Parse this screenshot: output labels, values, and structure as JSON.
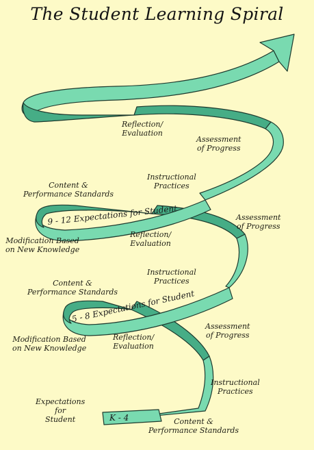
{
  "title": "The Student Learning Spiral",
  "tiers": {
    "top": {
      "reflection": [
        "Reflection/",
        "Evaluation"
      ],
      "assessment": [
        "Assessment",
        "of Progress"
      ],
      "instructional": [
        "Instructional",
        "Practices"
      ],
      "content": [
        "Content &",
        "Performance Standards"
      ],
      "band": "9 - 12 Expectations for Student"
    },
    "middle": {
      "modification": [
        "Modification Based",
        "on New Knowledge"
      ],
      "reflection": [
        "Reflection/",
        "Evaluation"
      ],
      "assessment": [
        "Assessment",
        "of Progress"
      ],
      "instructional": [
        "Instructional",
        "Practices"
      ],
      "content": [
        "Content &",
        "Performance Standards"
      ],
      "band": "5 - 8 Expectations for Student"
    },
    "bottom": {
      "modification": [
        "Modification Based",
        "on New Knowledge"
      ],
      "reflection": [
        "Reflection/",
        "Evaluation"
      ],
      "assessment": [
        "Assessment",
        "of Progress"
      ],
      "instructional": [
        "Instructional",
        "Practices"
      ],
      "expectations": [
        "Expectations",
        "for",
        "Student"
      ],
      "band": "K - 4",
      "content": [
        "Content &",
        "Performance Standards"
      ]
    }
  },
  "colors": {
    "background": "#fdfac7",
    "ribbon": "#79dab0",
    "ribbon_dark": "#46ad86",
    "outline": "#1d3a2e"
  }
}
